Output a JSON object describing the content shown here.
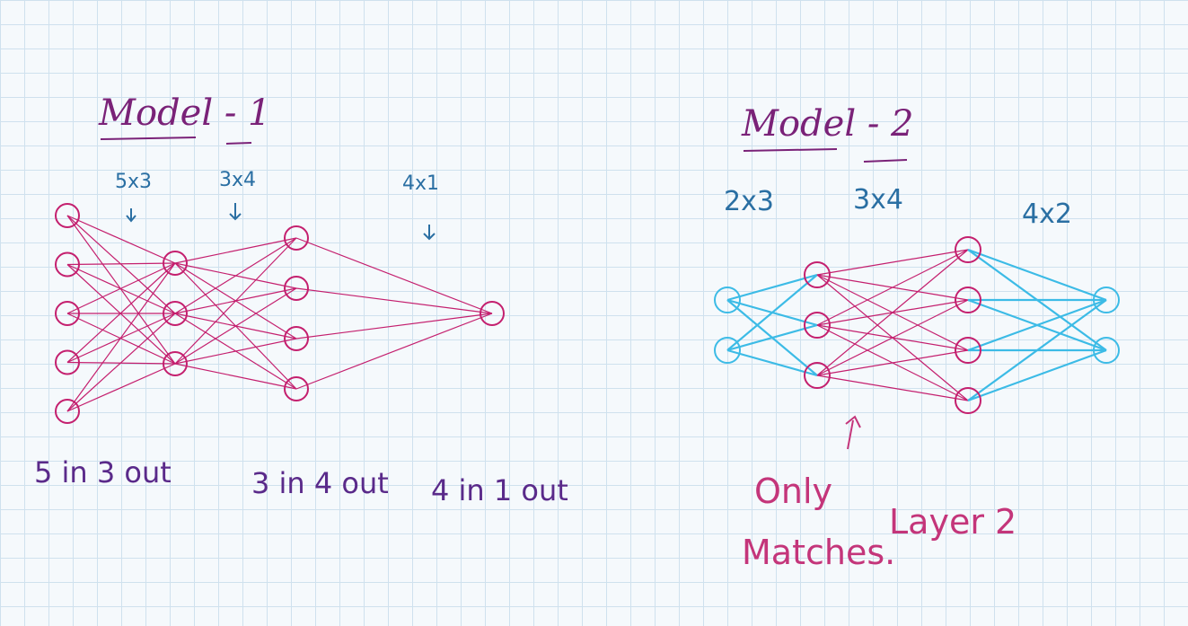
{
  "model1": {
    "title": "Model - 1",
    "dims": [
      "5x3",
      "3x4",
      "4x1"
    ],
    "captions": [
      "5 in 3 out",
      "3 in 4 out",
      "4 in 1 out"
    ],
    "layers": [
      5,
      3,
      4,
      1
    ]
  },
  "model2": {
    "title": "Model - 2",
    "dims": [
      "2x3",
      "3x4",
      "4x2"
    ],
    "layers": [
      2,
      3,
      4,
      2
    ],
    "matching_layer": 2,
    "note_line1": "Only",
    "note_line2": "Layer 2",
    "note_line3": "Matches."
  },
  "colors": {
    "grid": "#cfe1ee",
    "magenta_ink": "#c41f6e",
    "cyan_ink": "#3cbbe6",
    "title_ink": "#7a2278",
    "dim_ink": "#2a6fa3",
    "caption_ink": "#5a2a8a",
    "note_ink": "#c4357a"
  }
}
